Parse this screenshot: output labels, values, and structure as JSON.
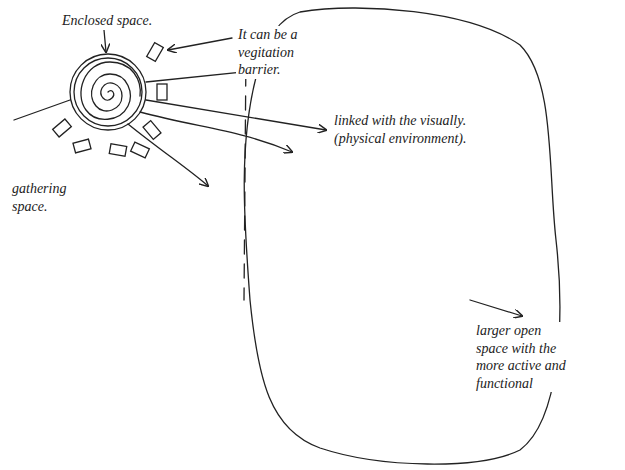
{
  "diagram": {
    "labels": [
      "Enclosed space.",
      "It can be a vegitation barrier.",
      "linked with the visually. (physical environment).",
      "gathering space.",
      "larger open space with the more active and functional"
    ]
  }
}
